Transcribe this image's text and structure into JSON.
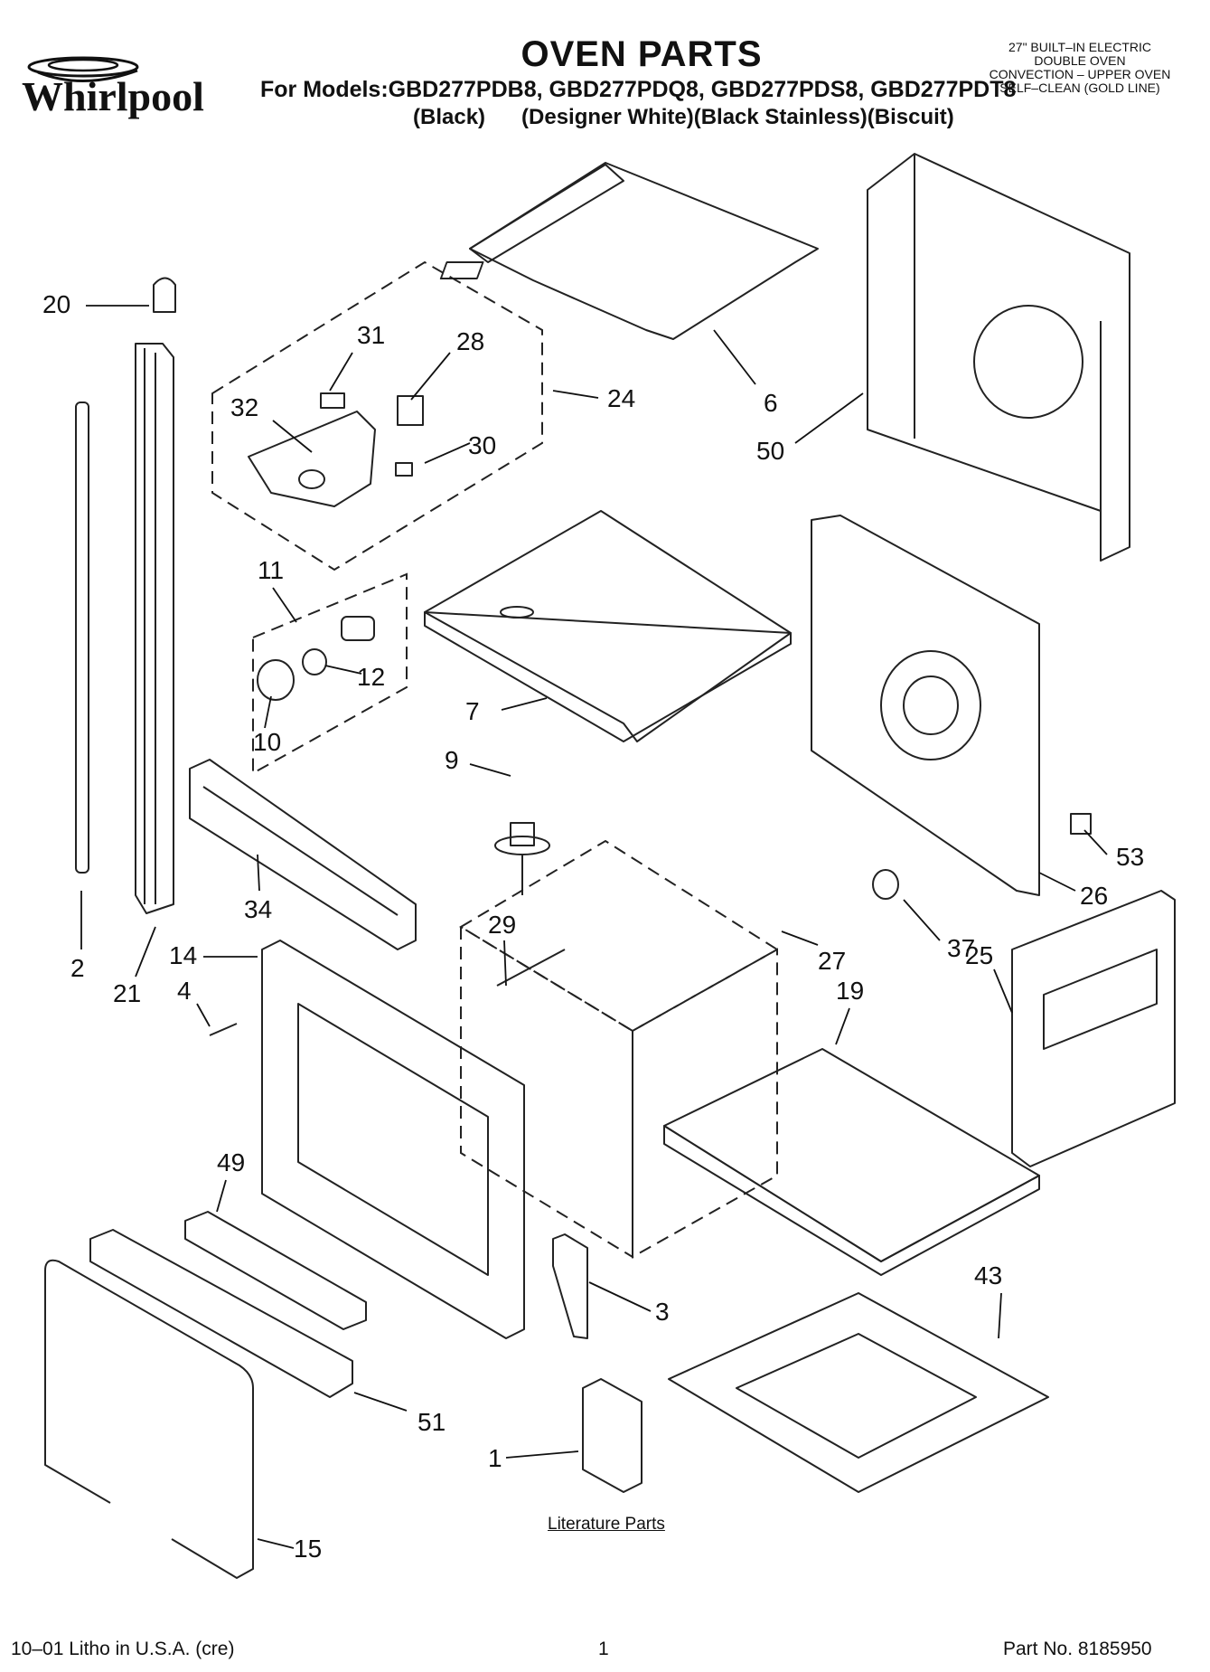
{
  "brand": "Whirlpool",
  "title": "OVEN PARTS",
  "models_line": "For Models:GBD277PDB8, GBD277PDQ8, GBD277PDS8, GBD277PDT8",
  "finishes_line": "(Black)      (Designer White)(Black Stainless)(Biscuit)",
  "spec_lines": [
    "27\" BUILT–IN ELECTRIC",
    "DOUBLE OVEN",
    "CONVECTION – UPPER OVEN",
    "SELF–CLEAN (GOLD LINE)"
  ],
  "part_labels": {
    "p20": "20",
    "p31": "31",
    "p28": "28",
    "p32": "32",
    "p24": "24",
    "p30": "30",
    "p6": "6",
    "p50": "50",
    "p11": "11",
    "p12": "12",
    "p10": "10",
    "p7": "7",
    "p9": "9",
    "p53": "53",
    "p26": "26",
    "p37": "37",
    "p34": "34",
    "p29": "29",
    "p27": "27",
    "p2": "2",
    "p21": "21",
    "p14": "14",
    "p4": "4",
    "p25": "25",
    "p19": "19",
    "p49": "49",
    "p3": "3",
    "p43": "43",
    "p51": "51",
    "p1": "1",
    "p15": "15"
  },
  "literature_label": "Literature Parts",
  "footer": {
    "litho": "10–01 Litho in U.S.A. (cre)",
    "page": "1",
    "part_no": "Part No. 8185950"
  }
}
